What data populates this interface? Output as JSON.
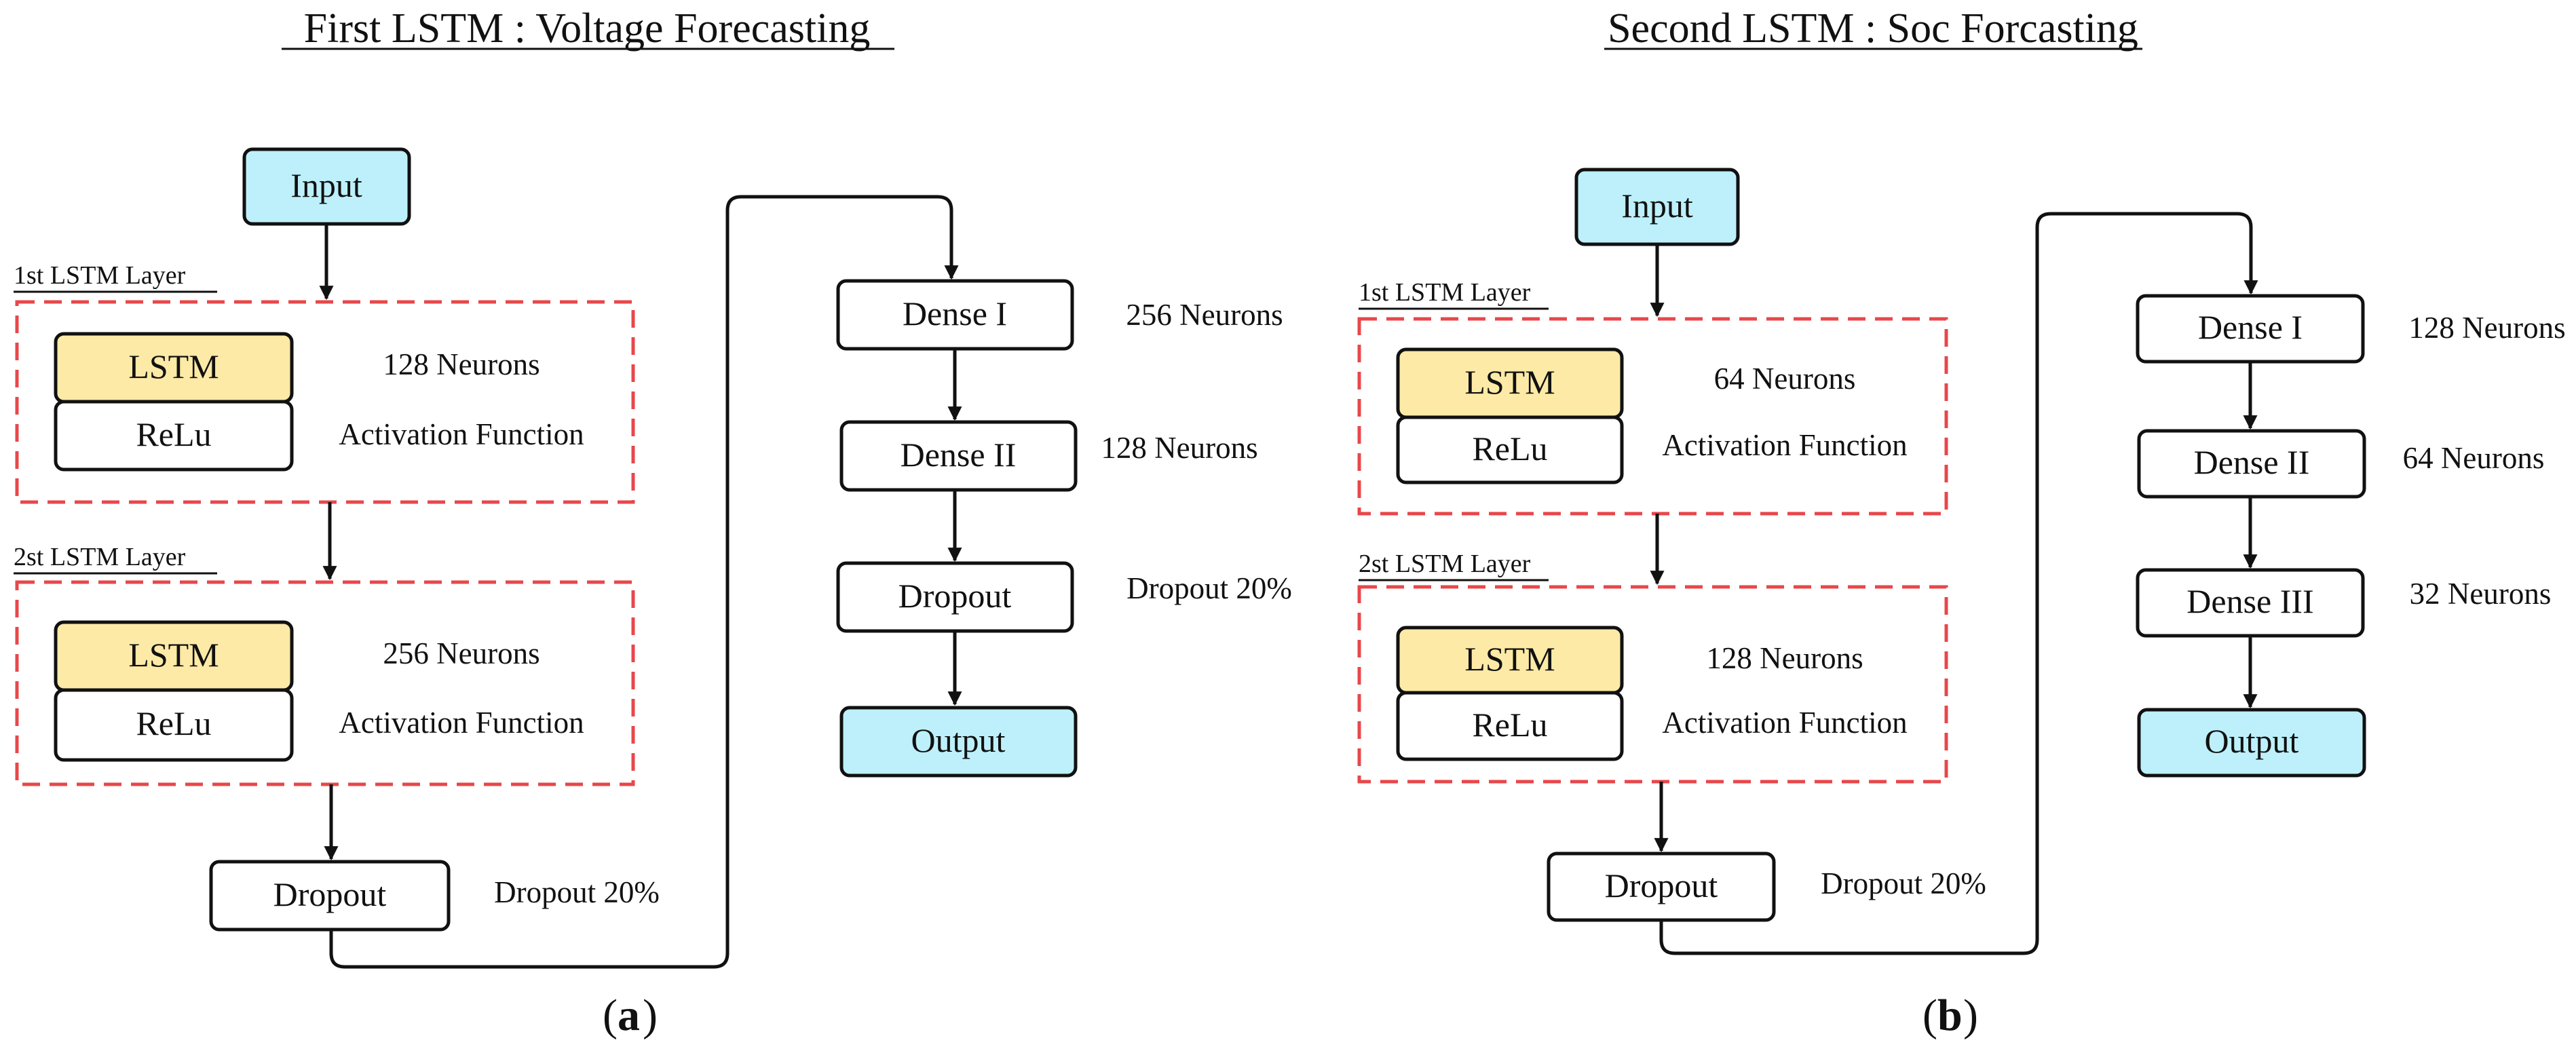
{
  "colors": {
    "io_fill": "#bdf0fb",
    "lstm_fill": "#fdeaa6",
    "layer_border": "#e8474a",
    "stroke": "#111111"
  },
  "panel_a": {
    "title": "First LSTM : Voltage Forecasting",
    "caption_letter": "a",
    "input": "Input",
    "layer1": {
      "label": "1st LSTM Layer",
      "cell": "LSTM",
      "activation": "ReLu",
      "neurons": "128 Neurons",
      "activation_text": "Activation Function"
    },
    "layer2": {
      "label": "2st LSTM Layer",
      "cell": "LSTM",
      "activation": "ReLu",
      "neurons": "256 Neurons",
      "activation_text": "Activation Function"
    },
    "dropout": {
      "label": "Dropout",
      "note": "Dropout 20%"
    },
    "dense1": {
      "label": "Dense I",
      "note": "256 Neurons"
    },
    "dense2": {
      "label": "Dense II",
      "note": "128 Neurons"
    },
    "dropout2": {
      "label": "Dropout",
      "note": "Dropout 20%"
    },
    "output": "Output"
  },
  "panel_b": {
    "title": "Second LSTM : Soc Forcasting",
    "caption_letter": "b",
    "input": "Input",
    "layer1": {
      "label": "1st LSTM Layer",
      "cell": "LSTM",
      "activation": "ReLu",
      "neurons": "64 Neurons",
      "activation_text": "Activation Function"
    },
    "layer2": {
      "label": "2st LSTM Layer",
      "cell": "LSTM",
      "activation": "ReLu",
      "neurons": "128 Neurons",
      "activation_text": "Activation Function"
    },
    "dropout": {
      "label": "Dropout",
      "note": "Dropout 20%"
    },
    "dense1": {
      "label": "Dense I",
      "note": "128 Neurons"
    },
    "dense2": {
      "label": "Dense II",
      "note": "64 Neurons"
    },
    "dense3": {
      "label": "Dense III",
      "note": "32 Neurons"
    },
    "output": "Output"
  }
}
